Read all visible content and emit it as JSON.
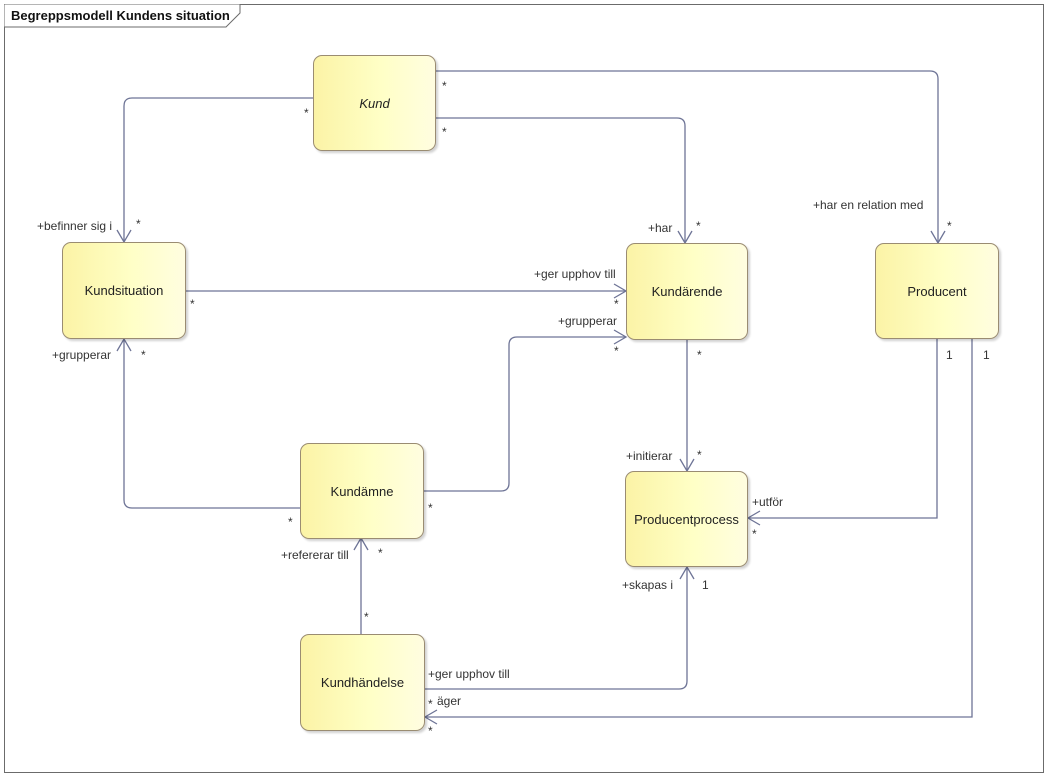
{
  "diagram_title": "Begreppsmodell Kundens situation",
  "nodes": {
    "kund": "Kund",
    "kundsituation": "Kundsituation",
    "kundarende": "Kundärende",
    "producent": "Producent",
    "kundamne": "Kundämne",
    "producentprocess": "Producentprocess",
    "kundhandelse": "Kundhändelse"
  },
  "roles": {
    "befinner_sig_i": "+befinner sig i",
    "har": "+har",
    "har_en_relation_med": "+har en relation med",
    "ger_upphov_till_1": "+ger upphov till",
    "grupperar_1": "+grupperar",
    "grupperar_2": "+grupperar",
    "initierar": "+initierar",
    "utfor": "+utför",
    "refererar_till": "+refererar till",
    "skapas_i": "+skapas i",
    "ger_upphov_till_2": "+ger upphov till",
    "ager": "äger"
  },
  "multiplicities": {
    "star": "*",
    "one": "1"
  }
}
